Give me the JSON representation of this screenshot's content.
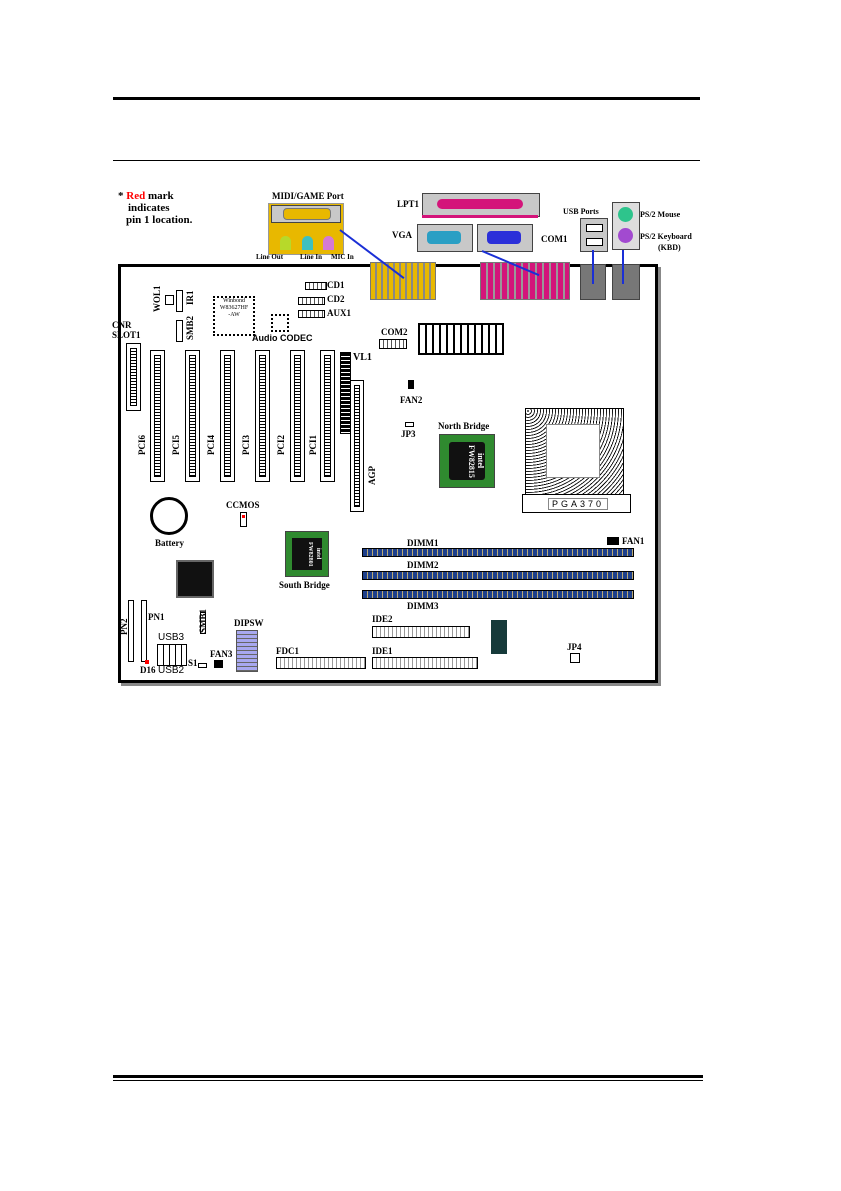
{
  "note": {
    "star": "*",
    "red": "Red",
    "rest": " mark",
    "line2": "indicates",
    "line3": "pin 1 location."
  },
  "external": {
    "midi_game": "MIDI/GAME Port",
    "line_out": "Line Out",
    "line_in": "Line In",
    "mic_in": "MIC In",
    "lpt1": "LPT1",
    "vga": "VGA",
    "com1": "COM1",
    "usb_ports": "USB Ports",
    "ps2_mouse": "PS/2 Mouse",
    "ps2_keyboard": "PS/2 Keyboard",
    "kbd": "(KBD)"
  },
  "board": {
    "wol1": "WOL1",
    "ir1": "IR1",
    "smb2": "SMB2",
    "winbond": "Winbond",
    "winbond_part": "W83627HF",
    "winbond_sub": "-AW",
    "audio_codec": "Audio CODEC",
    "cd1": "CD1",
    "cd2": "CD2",
    "aux1": "AUX1",
    "com2": "COM2",
    "cnr": "CNR",
    "cnr2": "SLOT1",
    "vl1": "VL1",
    "pci": [
      "PCI6",
      "PCI5",
      "PCI4",
      "PCI3",
      "PCI2",
      "PCI1"
    ],
    "agp": "AGP",
    "fan2": "FAN2",
    "jp3": "JP3",
    "north_bridge": "North Bridge",
    "nb_chip": "FW82815",
    "intel": "intel",
    "socket": "PGA370",
    "battery": "Battery",
    "ccmos": "CCMOS",
    "south_bridge": "South Bridge",
    "sb_chip": "FW82801",
    "dimm1": "DIMM1",
    "dimm2": "DIMM2",
    "dimm3": "DIMM3",
    "fan1": "FAN1",
    "pn2": "PN2",
    "pn1": "PN1",
    "smb1": "SMB1",
    "dipsw": "DIPSW",
    "usb3": "USB3",
    "usb2": "USB2",
    "d16": "D16",
    "s1": "S1",
    "fan3": "FAN3",
    "fdc1": "FDC1",
    "ide2": "IDE2",
    "ide1": "IDE1",
    "jp4": "JP4"
  },
  "colors": {
    "red": "#ff0000",
    "game": "#e8b800",
    "lpt": "#d4147a",
    "vga": "#2a9fc4",
    "com": "#2b2fd9",
    "mouse": "#2ec48c",
    "kbd": "#a24ad0",
    "chip_green": "#2f8a2f",
    "dimm": "#1d3f8a"
  }
}
